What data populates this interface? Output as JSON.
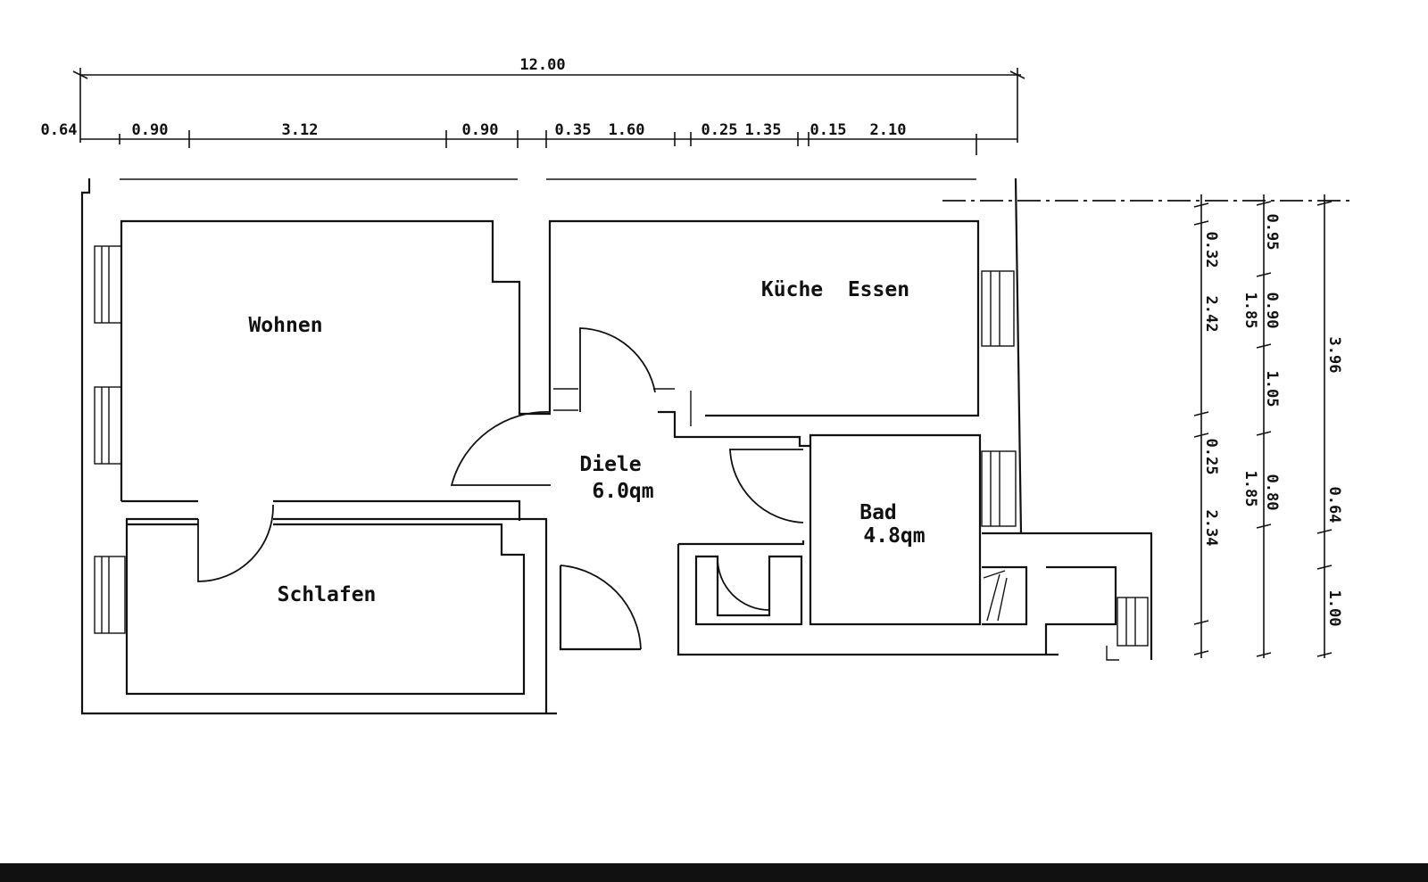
{
  "rooms": {
    "wohnen": {
      "name": "Wohnen"
    },
    "kueche": {
      "name": "Küche  Essen"
    },
    "diele": {
      "name": "Diele",
      "area": "6.0qm"
    },
    "bad": {
      "name": "Bad",
      "area": "4.8qm"
    },
    "schlafen": {
      "name": "Schlafen"
    }
  },
  "dimensions": {
    "total_width": "12.00",
    "top_row": [
      "0.64",
      "0.90",
      "3.12",
      "0.90",
      "0.35",
      "1.60",
      "0.25",
      "1.35",
      "0.15",
      "2.10"
    ],
    "right_col_a": [
      "0.32",
      "2.42",
      "0.25",
      "2.34"
    ],
    "right_col_b": [
      "0.95",
      "0.90",
      "1.05",
      "0.80",
      "1.85",
      "1.85"
    ],
    "right_col_c": [
      "3.96",
      "0.64",
      "1.00"
    ]
  },
  "colors": {
    "line": "#111111",
    "background": "#ffffff"
  }
}
